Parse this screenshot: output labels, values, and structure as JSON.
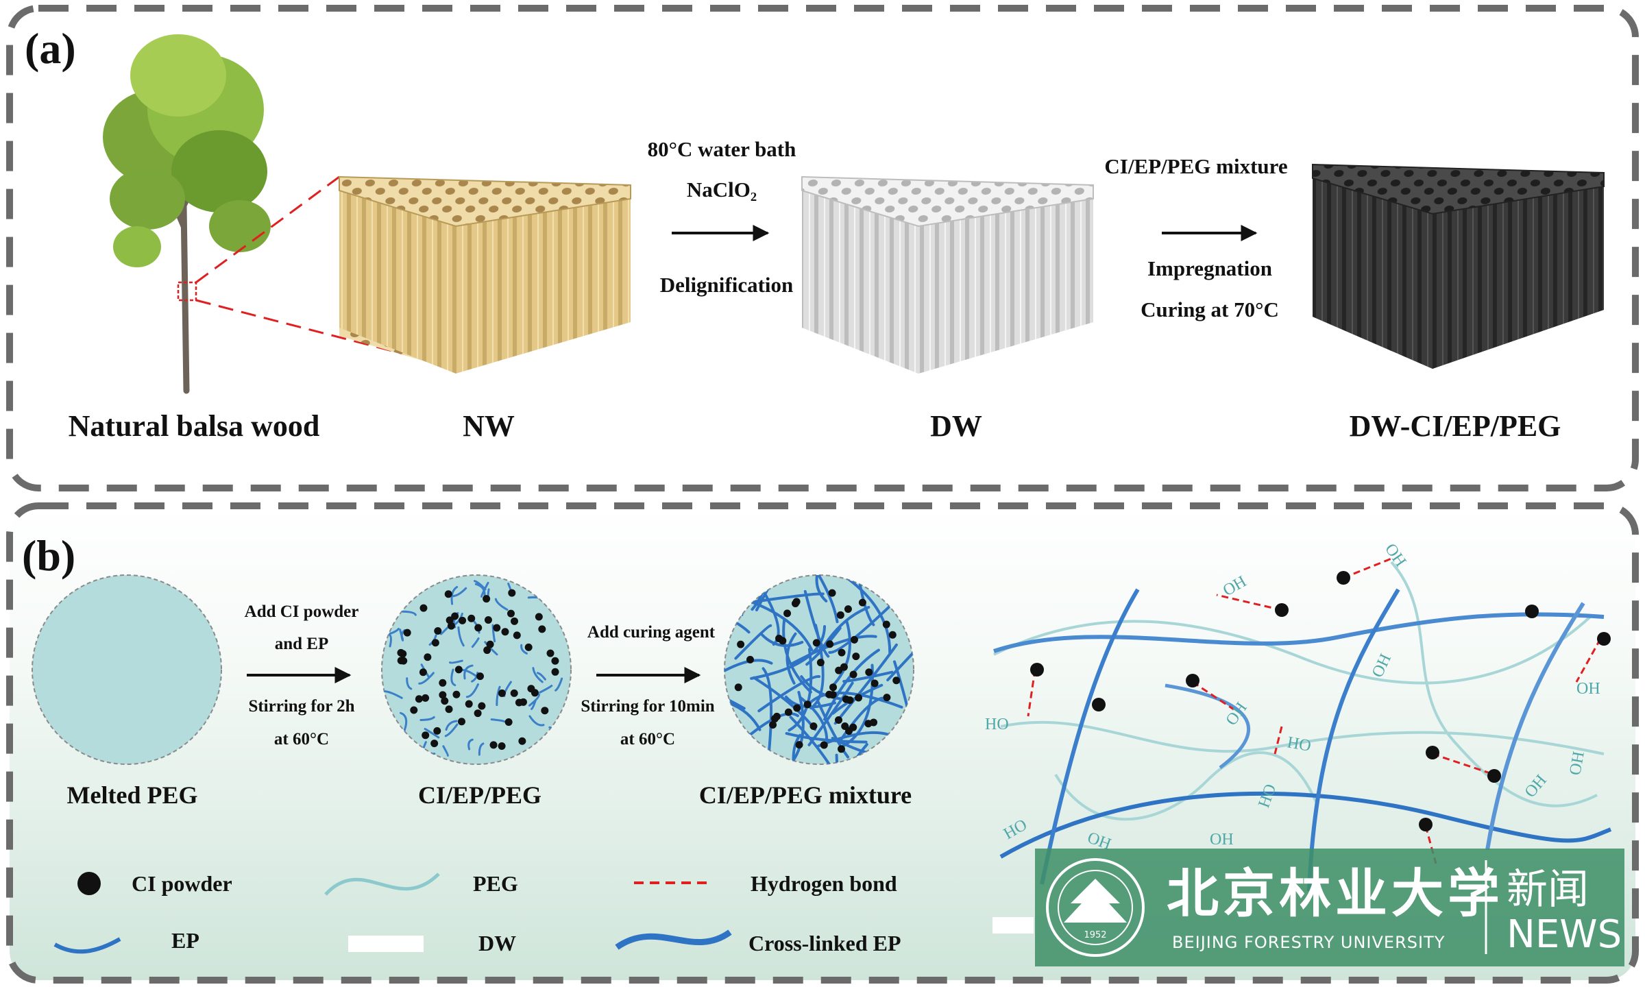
{
  "panel_a": {
    "label": "(a)",
    "titles": {
      "tree": "Natural balsa wood",
      "nw": "NW",
      "dw": "DW",
      "composite": "DW-CI/EP/PEG"
    },
    "step1": {
      "line1": "80°C water bath",
      "line2": "NaClO₂",
      "line3": "Delignification"
    },
    "step2": {
      "line1": "CI/EP/PEG mixture",
      "line2": "Impregnation",
      "line3": "Curing at 70°C"
    }
  },
  "panel_b": {
    "label": "(b)",
    "titles": {
      "melted": "Melted PEG",
      "ciep": "CI/EP/PEG",
      "mixture": "CI/EP/PEG mixture"
    },
    "step1": {
      "line1": "Add CI powder",
      "line2": "and EP",
      "line3": "Stirring for 2h",
      "line4": "at 60°C"
    },
    "step2": {
      "line1": "Add curing agent",
      "line2": "Stirring for 10min",
      "line3": "at 60°C"
    },
    "oh_label": "OH",
    "ho_label": "HO",
    "legend": {
      "ci": "CI powder",
      "peg": "PEG",
      "hbond": "Hydrogen bond",
      "ep": "EP",
      "dw": "DW",
      "crosslinked": "Cross-linked EP"
    }
  },
  "watermark": {
    "cn_name": "北京林业大学",
    "en_name": "BEIJING FORESTRY UNIVERSITY",
    "news_cn": "新闻",
    "news_en": "NEWS",
    "seal_year": "1952"
  },
  "colors": {
    "nw_wood": "#e8d09a",
    "dw_wood": "#e6e6e6",
    "composite": "#3c3c3c",
    "peg_circle": "#b5dcdc",
    "ep_blue": "#2e73c4",
    "peg_teal": "#8cc9cc",
    "hbond_red": "#e02020",
    "watermark_green": "#3f8f68"
  }
}
